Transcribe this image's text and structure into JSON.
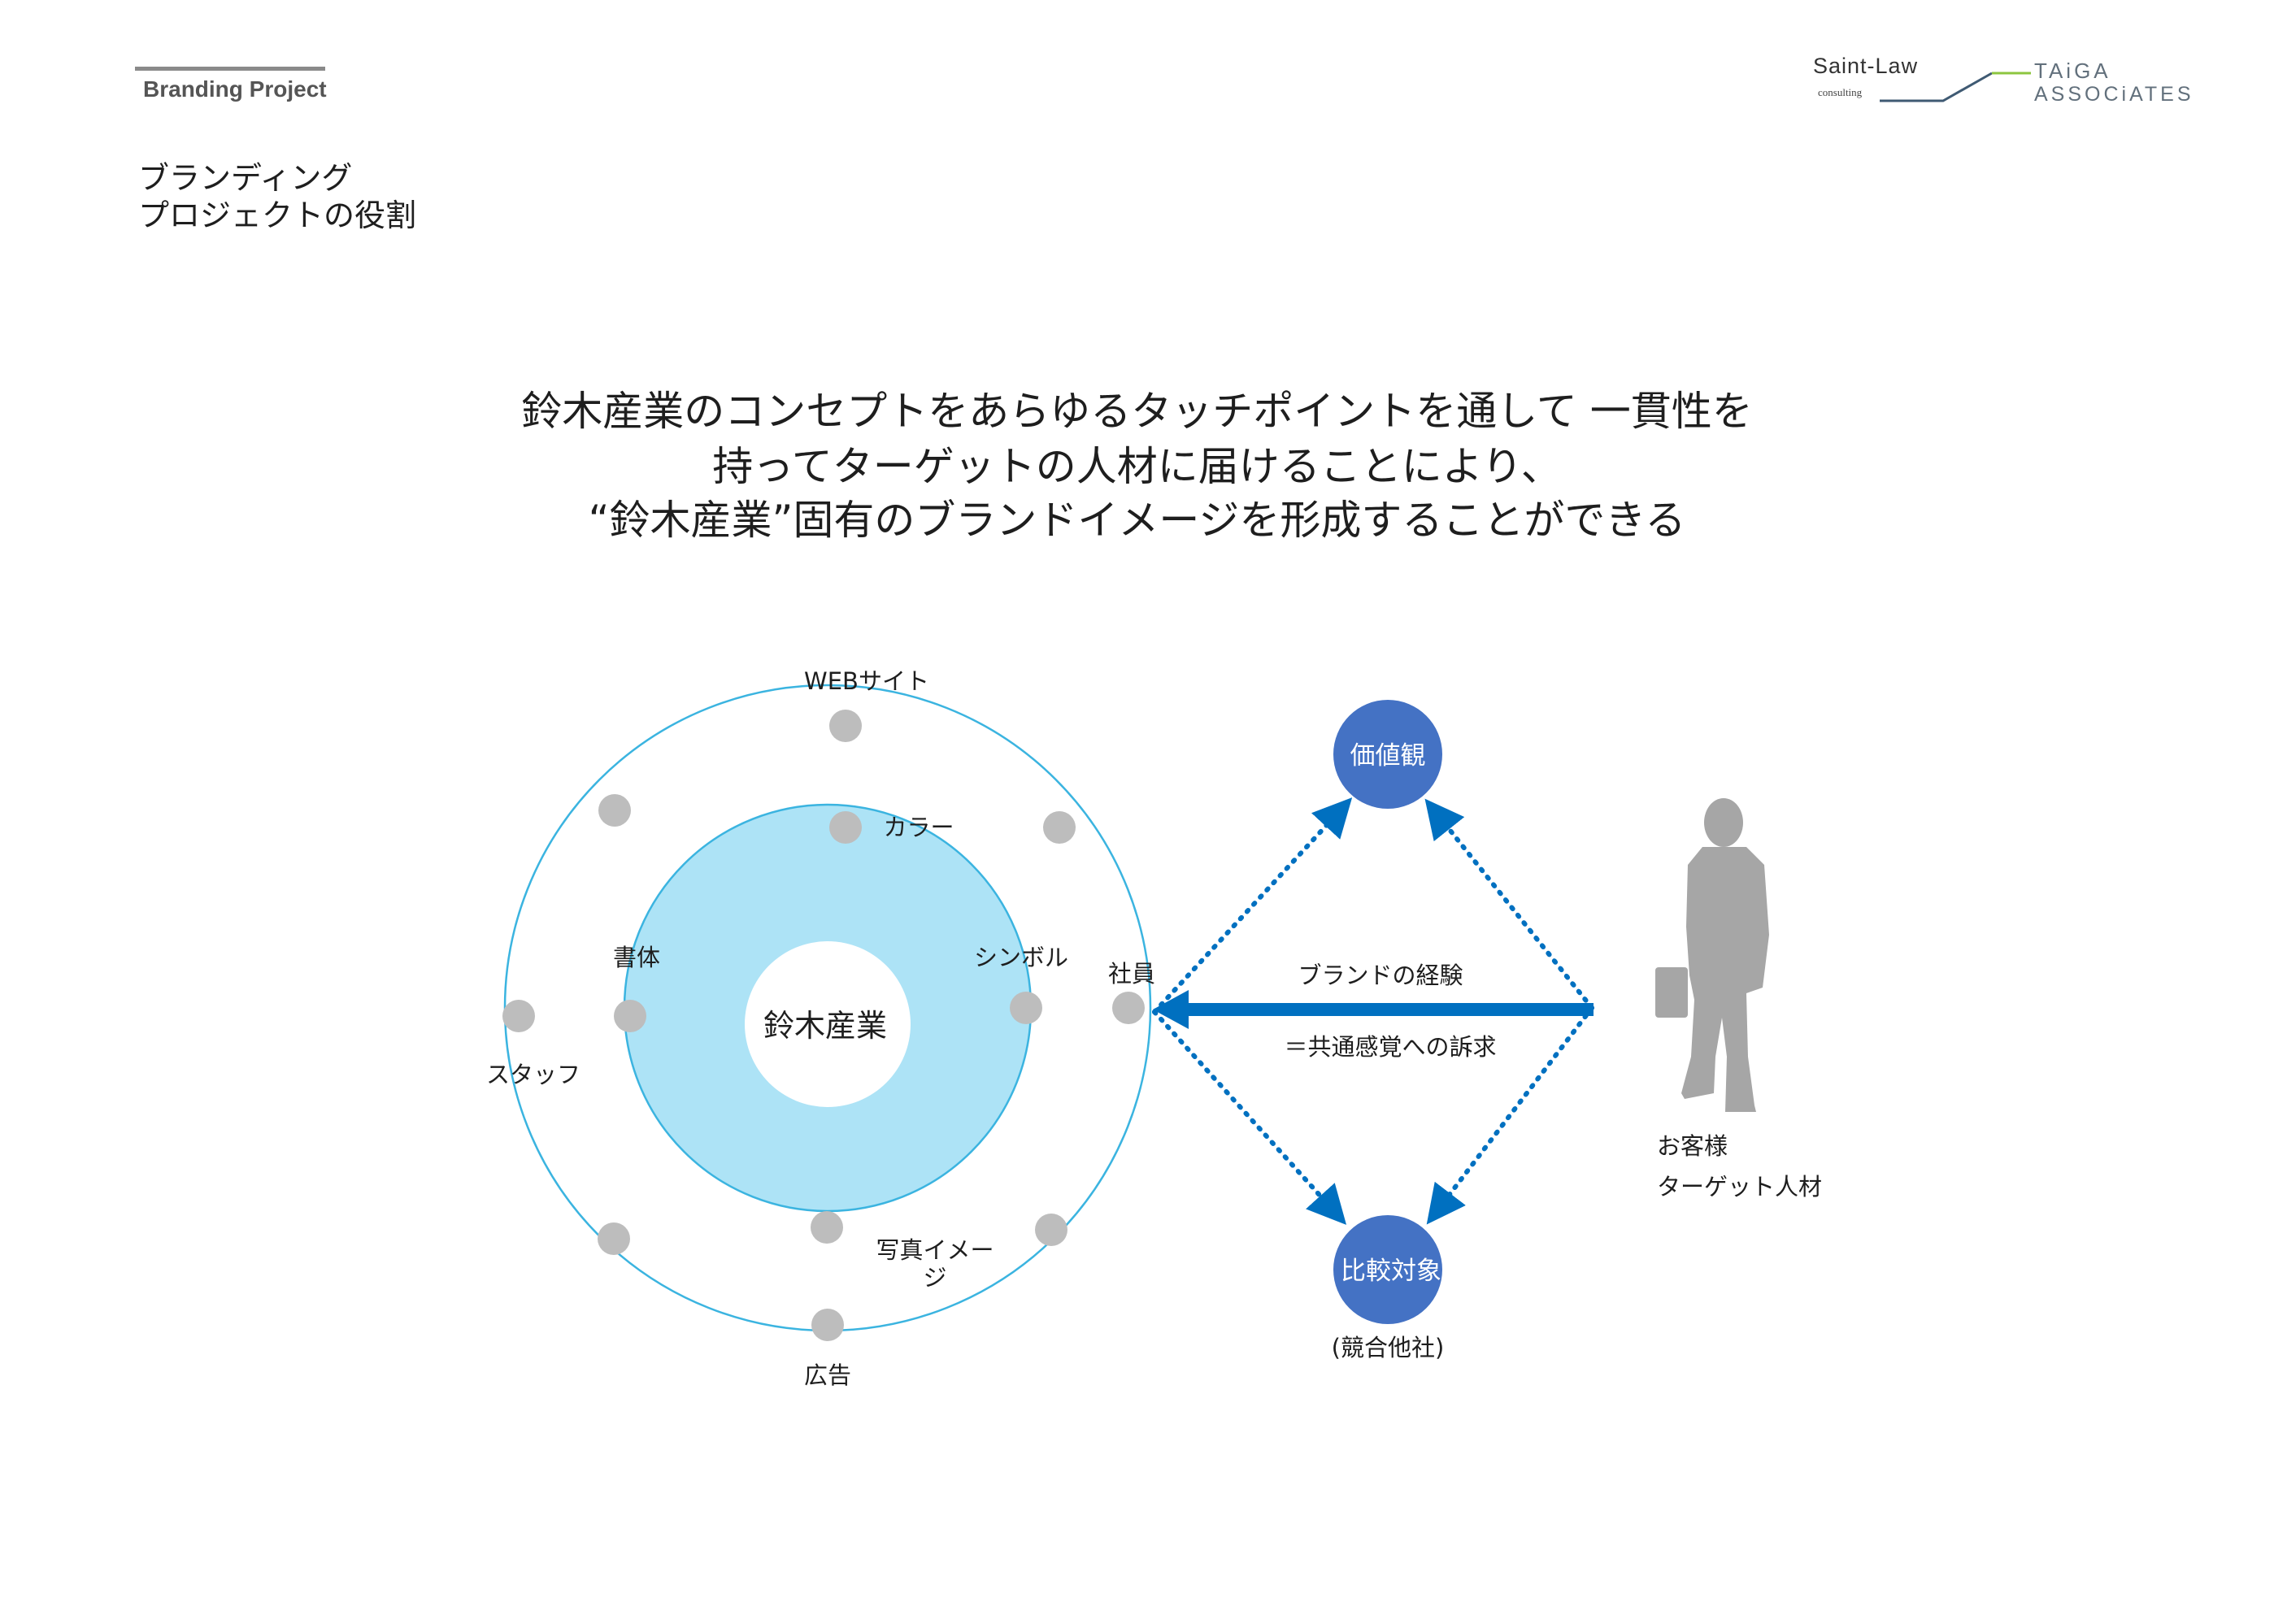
{
  "header": {
    "project_label": "Branding Project",
    "page_title_line1": "ブランディング",
    "page_title_line2": "プロジェクトの役割",
    "logo_left_name": "Saint-Law",
    "logo_left_sub": "consulting",
    "logo_right_line1": "TAiGA",
    "logo_right_line2": "ASSOCiATES"
  },
  "headline": {
    "line1": "鈴木産業のコンセプトをあらゆるタッチポイントを通して 一貫性を",
    "line2": "持ってターゲットの人材に届けることにより、",
    "line3": "“鈴木産業”固有のブランドイメージを形成することができる"
  },
  "diagram": {
    "center_label": "鈴木産業",
    "inner_nodes": {
      "color": "カラー",
      "typeface": "書体",
      "symbol": "シンボル",
      "photo_line1": "写真イメー",
      "photo_line2": "ジ"
    },
    "outer_nodes": {
      "website": "WEBサイト",
      "staff": "スタッフ",
      "employee": "社員",
      "ad": "広告"
    },
    "values_node": "価値観",
    "compare_node": "比較対象",
    "compare_note": "(競合他社)",
    "arrow_label_top": "ブランドの経験",
    "arrow_label_bottom": "＝共通感覚への訴求",
    "customer_line1": "お客様",
    "customer_line2": "ターゲット人材"
  },
  "colors": {
    "outer_ring": "#3bb4e0",
    "inner_fill": "#ade3f6",
    "node_gray": "#bdbdbd",
    "node_blue": "#4472c4",
    "arrow_blue": "#0070c0",
    "silhouette": "#a6a6a6"
  }
}
